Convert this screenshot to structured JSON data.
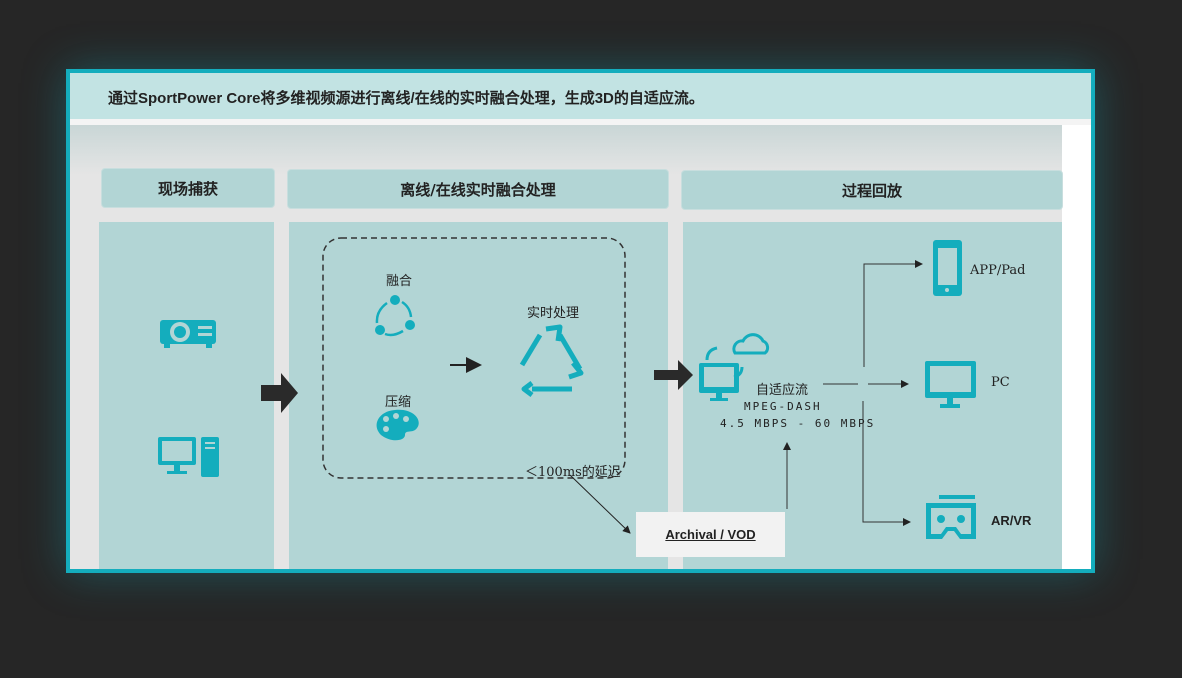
{
  "header": {
    "title": "通过SportPower Core将多维视频源进行离线/在线的实时融合处理，生成3D的自适应流。"
  },
  "columns": [
    {
      "title": "现场捕获"
    },
    {
      "title": "离线/在线实时融合处理"
    },
    {
      "title": "过程回放"
    }
  ],
  "processing": {
    "fusion": "融合",
    "compression": "压缩",
    "realtime": "实时处理",
    "latency": "＜100ms的延迟"
  },
  "stream": {
    "label": "自适应流",
    "protocol": "MPEG-DASH",
    "bitrate": "4.5 MBPS - 60 MBPS"
  },
  "archive": {
    "label": "Archival / VOD"
  },
  "outputs": [
    {
      "label": "APP/Pad"
    },
    {
      "label": "PC"
    },
    {
      "label": "AR/VR"
    }
  ],
  "colors": {
    "accent": "#14adbd",
    "panel": "#b2d5d5",
    "header": "#c2e3e3"
  }
}
